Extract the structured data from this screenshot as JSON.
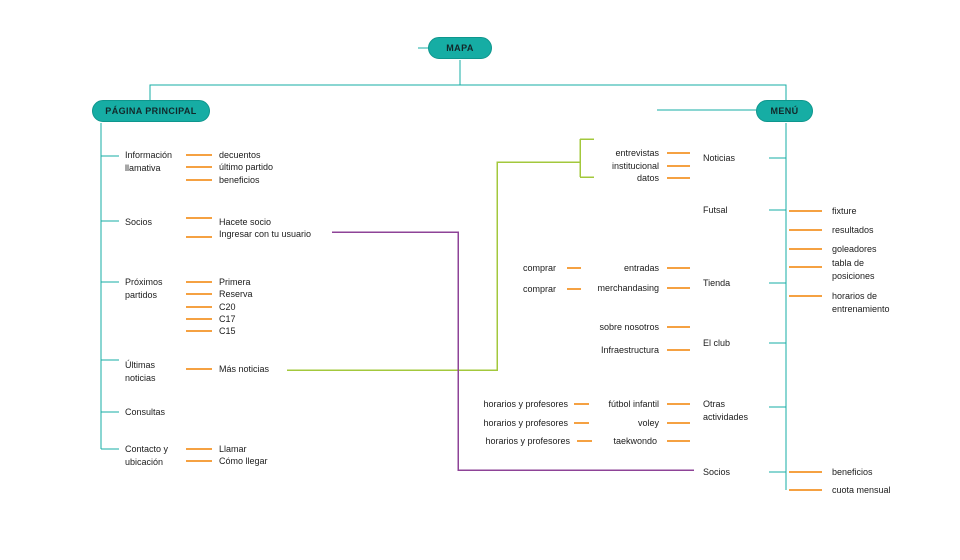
{
  "root": {
    "node": "MAPA"
  },
  "colors": {
    "teal": "#16ADA4",
    "teal-dark": "#0E968D",
    "orange": "#F5A142",
    "green": "#A3C83C",
    "purple": "#8E4397",
    "text": "#1B1B1B",
    "node-text": "#12282A"
  },
  "main_page": {
    "node": "PÁGINA PRINCIPAL",
    "sections": [
      {
        "label": "Información llamativa",
        "links": [
          "decuentos",
          "último partido",
          "beneficios"
        ]
      },
      {
        "label": "Socios",
        "links": [
          "Hacete socio",
          "Ingresar con tu usuario"
        ]
      },
      {
        "label": "Próximos partidos",
        "links": [
          "Primera",
          "Reserva",
          "C20",
          "C17",
          "C15"
        ]
      },
      {
        "label": "Últimas noticias",
        "links": [
          "Más noticias"
        ]
      },
      {
        "label": "Consultas",
        "links": []
      },
      {
        "label": "Contacto y ubicación",
        "links": [
          "Llamar",
          "Cómo llegar"
        ]
      }
    ]
  },
  "menu": {
    "node": "MENÚ",
    "items": [
      {
        "label": "Noticias",
        "subpages": [
          "entrevistas",
          "institucional",
          "datos"
        ]
      },
      {
        "label": "Futsal",
        "subpages": [
          "fixture",
          "resultados",
          "goleadores",
          "tabla de posiciones",
          "horarios de entrenamiento"
        ]
      },
      {
        "label": "Tienda",
        "subpages": [
          {
            "label": "entradas",
            "action": "comprar"
          },
          {
            "label": "merchandasing",
            "action": "comprar"
          }
        ]
      },
      {
        "label": "El club",
        "subpages": [
          "sobre nosotros",
          "Infraestructura"
        ]
      },
      {
        "label": "Otras actividades",
        "subpages": [
          {
            "label": "fútbol infantil",
            "detail": "horarios y profesores"
          },
          {
            "label": "voley",
            "detail": "horarios y profesores"
          },
          {
            "label": "taekwondo",
            "detail": "horarios y profesores"
          }
        ]
      },
      {
        "label": "Socios",
        "subpages": [
          "beneficios",
          "cuota mensual"
        ]
      }
    ]
  },
  "cross_links": [
    {
      "from": "Ingresar con tu usuario",
      "to": "Socios (menú)",
      "color": "purple"
    },
    {
      "from": "Más noticias",
      "to": "entrevistas / institucional / datos",
      "color": "green"
    }
  ]
}
